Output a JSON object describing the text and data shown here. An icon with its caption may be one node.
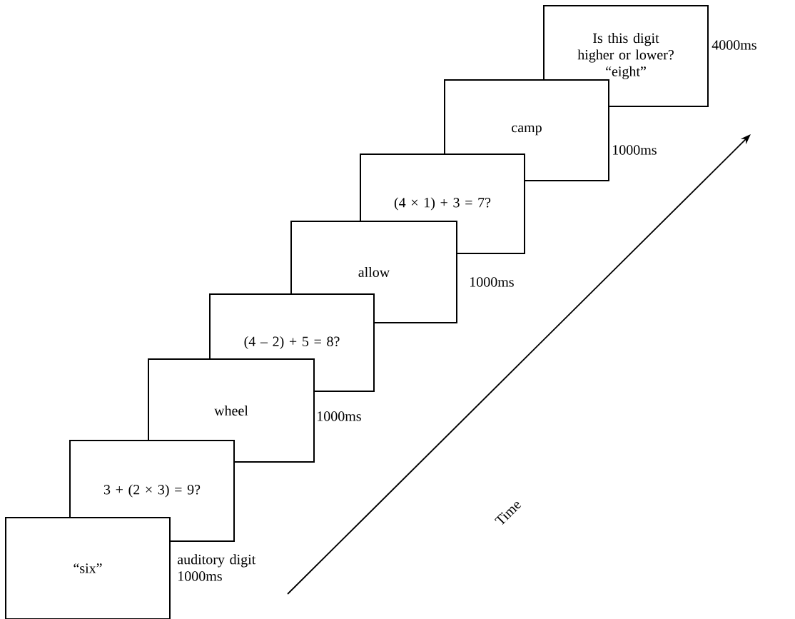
{
  "diagram": {
    "nodes": [
      {
        "text": [
          "“six”"
        ],
        "beside": [
          "auditory digit 1000ms"
        ]
      },
      {
        "text": [
          "3 + (2 × 3) = 9?"
        ]
      },
      {
        "text": [
          "wheel"
        ],
        "beside": [
          "1000ms"
        ]
      },
      {
        "text": [
          "(4 – 2) + 5 = 8?"
        ]
      },
      {
        "text": [
          "allow"
        ],
        "beside": [
          "1000ms"
        ]
      },
      {
        "text": [
          "(4 × 1) + 3 = 7?"
        ]
      },
      {
        "text": [
          "camp"
        ],
        "beside": [
          "1000ms"
        ]
      },
      {
        "text": [
          "Is this digit higher or lower?",
          "“eight”"
        ],
        "beside": [
          "4000ms"
        ]
      }
    ],
    "edges": [],
    "labels": [
      "Time"
    ]
  }
}
